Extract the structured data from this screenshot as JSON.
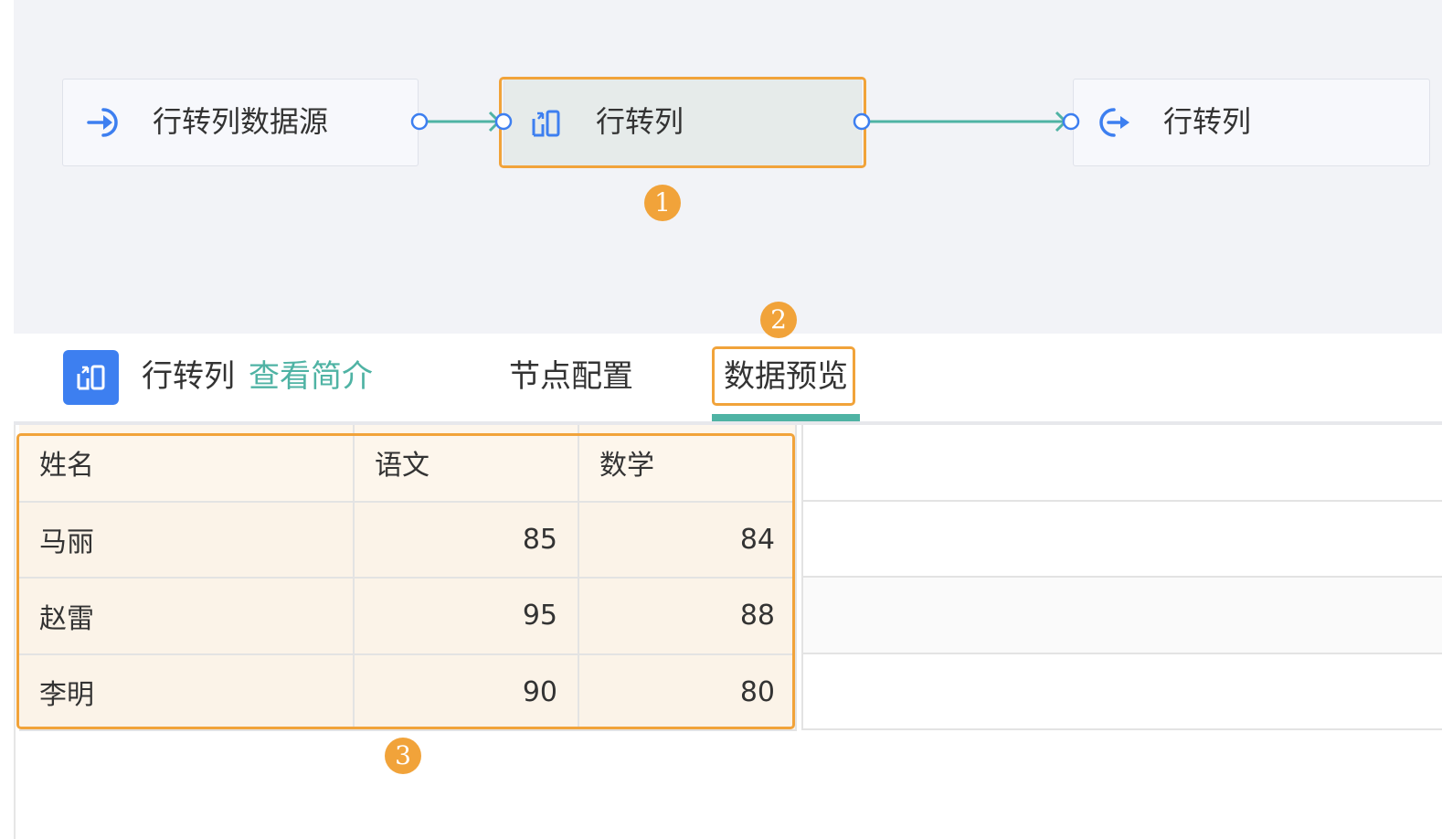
{
  "canvas": {
    "nodes": [
      {
        "label": "行转列数据源",
        "icon": "input-arrow-icon"
      },
      {
        "label": "行转列",
        "icon": "row-to-column-icon",
        "selected": true
      },
      {
        "label": "行转列",
        "icon": "output-arrow-icon"
      }
    ],
    "edge_color": "#4fb3a4",
    "node_border_color": "#3d7ff0"
  },
  "badges": {
    "one": "1",
    "two": "2",
    "three": "3"
  },
  "highlight_color": "#f1a33a",
  "panel": {
    "title": "行转列",
    "intro_link": "查看简介",
    "tabs": [
      "节点配置",
      "数据预览"
    ],
    "active_tab": "数据预览",
    "icon": "row-to-column-icon"
  },
  "table": {
    "columns": [
      "姓名",
      "语文",
      "数学"
    ],
    "rows": [
      [
        "马丽",
        "85",
        "84"
      ],
      [
        "赵雷",
        "95",
        "88"
      ],
      [
        "李明",
        "90",
        "80"
      ]
    ]
  }
}
